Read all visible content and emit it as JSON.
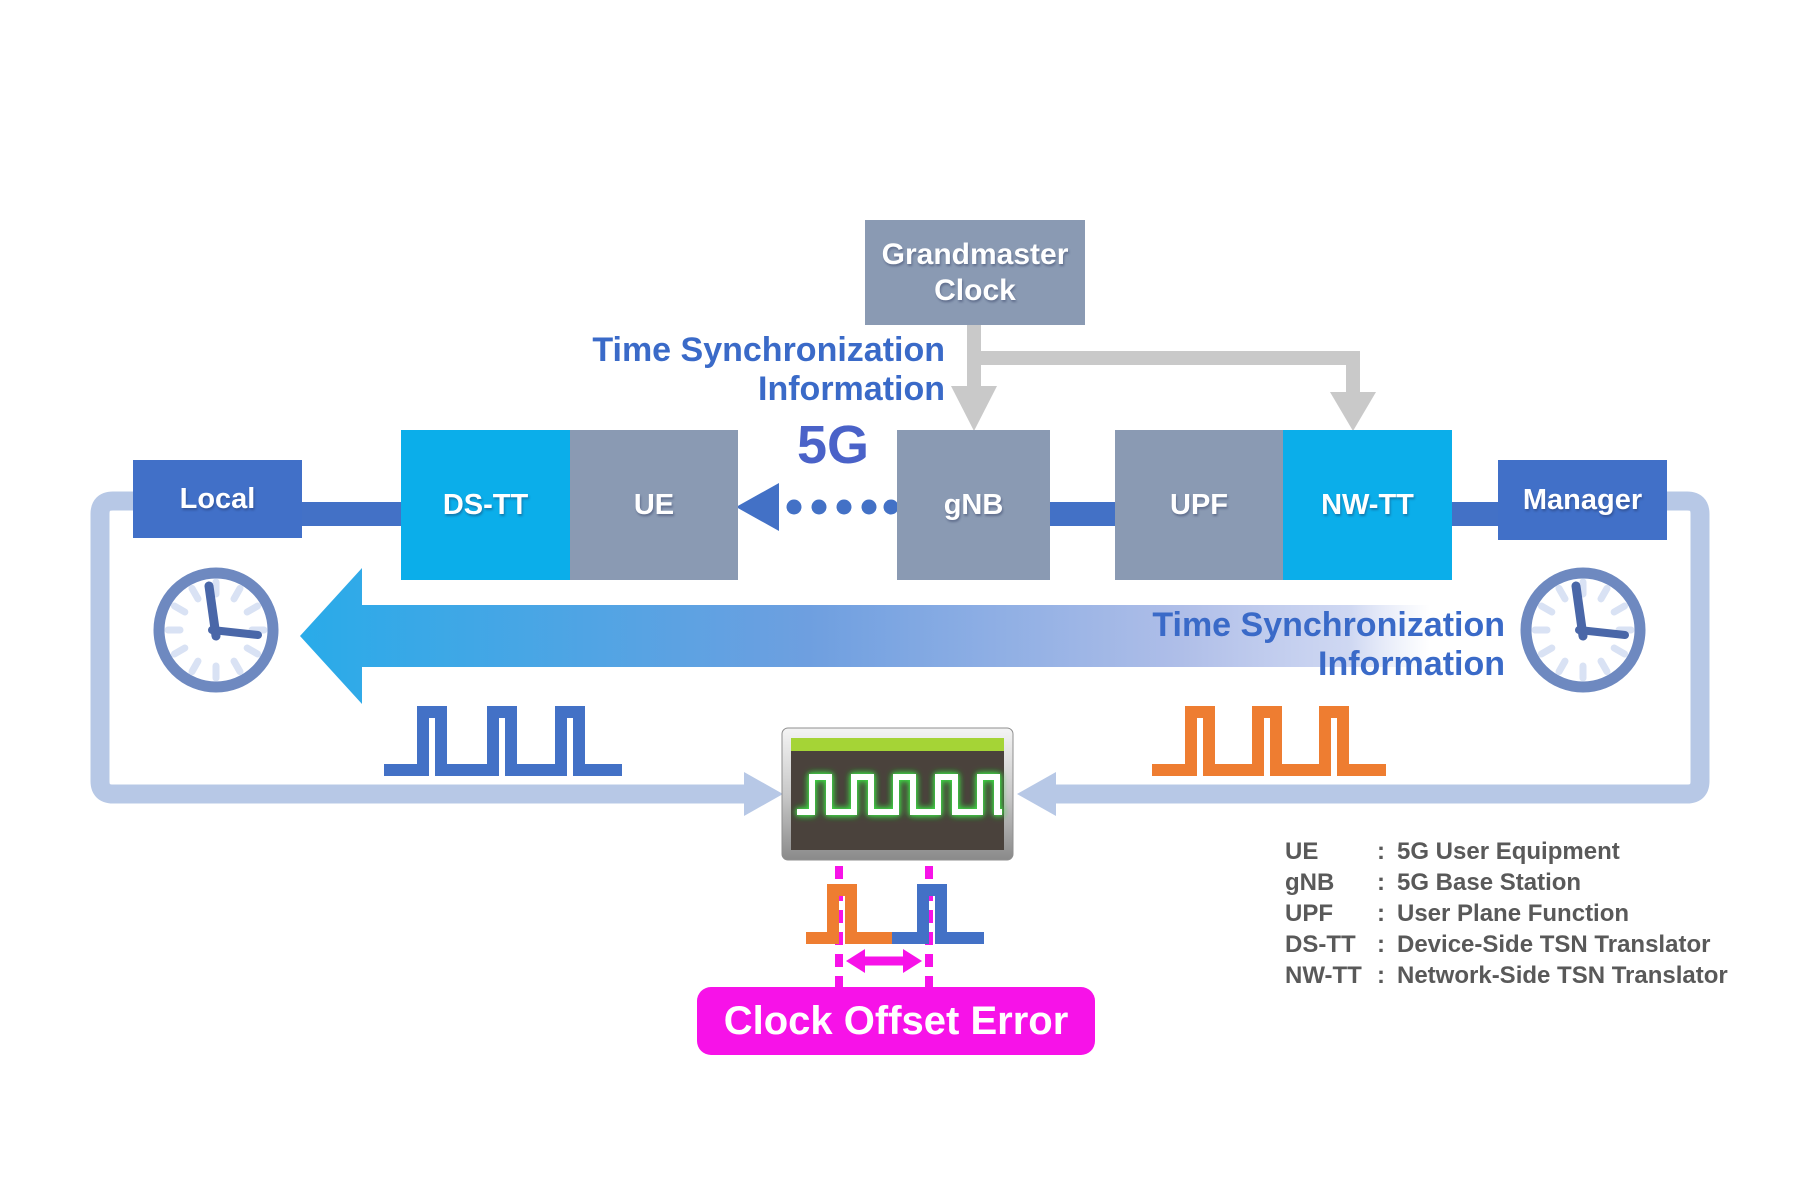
{
  "titles": {
    "sync_top": {
      "line1": "Time Synchronization",
      "line2": "Information"
    },
    "sync_right": {
      "line1": "Time Synchronization",
      "line2": "Information"
    },
    "network": "5G"
  },
  "nodes": {
    "grandmaster": "Grandmaster Clock",
    "local": "Local",
    "ds_tt": "DS-TT",
    "ue": "UE",
    "gnb": "gNB",
    "upf": "UPF",
    "nw_tt": "NW-TT",
    "manager": "Manager"
  },
  "error_label": "Clock Offset Error",
  "legend": {
    "separator": ":",
    "items": [
      {
        "term": "UE",
        "definition": "5G User Equipment"
      },
      {
        "term": "gNB",
        "definition": "5G Base Station"
      },
      {
        "term": "UPF",
        "definition": "User Plane Function"
      },
      {
        "term": "DS-TT",
        "definition": "Device-Side TSN Translator"
      },
      {
        "term": "NW-TT",
        "definition": "Network-Side TSN Translator"
      }
    ]
  },
  "colors": {
    "accent_blue": "#4371C6",
    "node_blue": "#4170C8",
    "node_gray": "#8A9AB3",
    "cyan": "#0BAEEA",
    "loop_light_blue": "#B7C8E6",
    "gray_arrow": "#C9C9C9",
    "title_blue": "#3A6AC8",
    "orange": "#EE7D31",
    "magenta": "#F712E8",
    "legend_gray": "#595959",
    "scope_screen": "#4A423C",
    "scope_lime": "#A5D436",
    "gradient_start": "#29ABE9",
    "gradient_end": "#C8D2EE",
    "clock_ring": "#6E89C0",
    "clock_tick": "#D9E2F4",
    "clock_hand": "#4A67A8"
  }
}
